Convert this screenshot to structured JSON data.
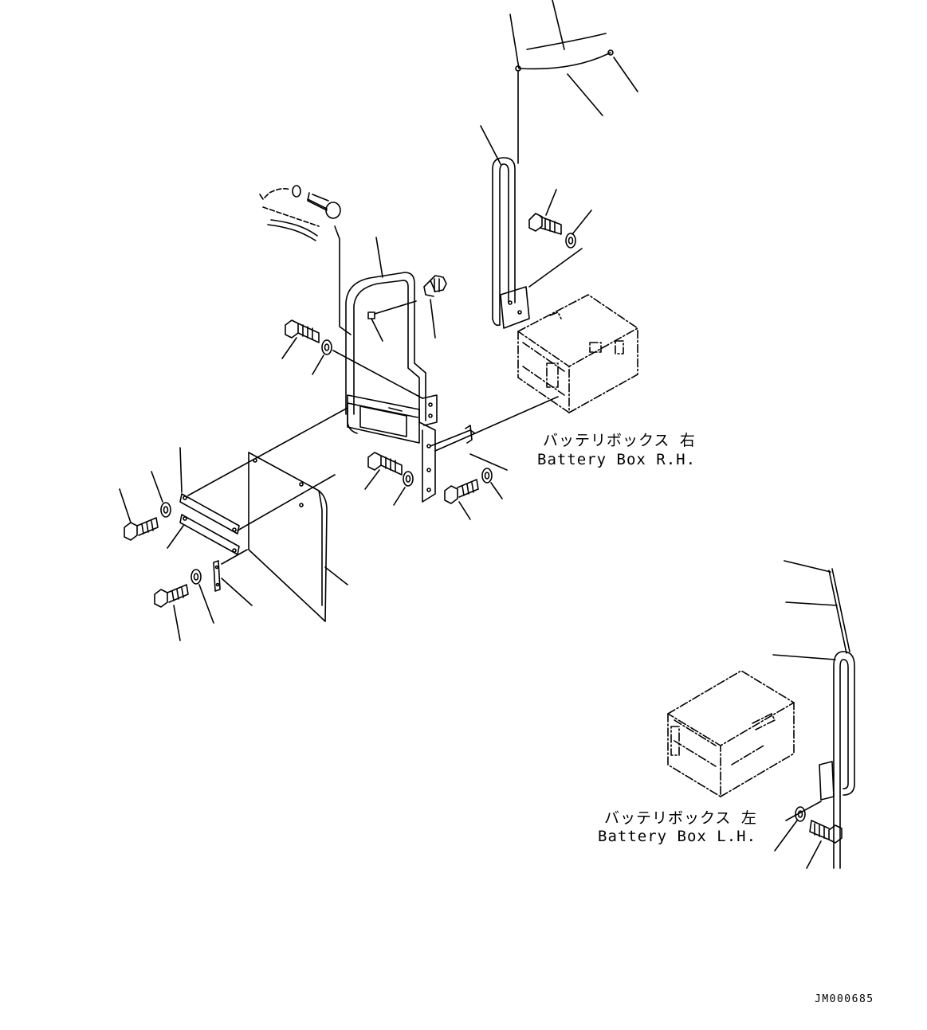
{
  "labels": {
    "battery_box_rh_jp": "バッテリボックス 右",
    "battery_box_rh_en": "Battery Box R.H.",
    "battery_box_lh_jp": "バッテリボックス 左",
    "battery_box_lh_en": "Battery Box L.H."
  },
  "drawing_code": "JM000685",
  "colors": {
    "line": "#000000",
    "background": "#ffffff"
  }
}
